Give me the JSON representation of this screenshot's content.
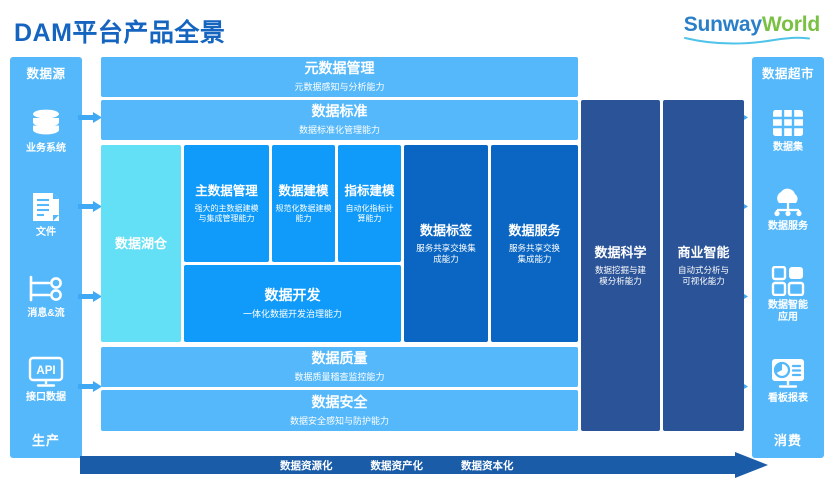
{
  "header": {
    "title": "DAM平台产品全景",
    "logo_primary": "Sunway",
    "logo_secondary": "World"
  },
  "source_column": {
    "heading": "数据源",
    "footer": "生产",
    "items": [
      {
        "label": "业务系统",
        "icon": "database-icon"
      },
      {
        "label": "文件",
        "icon": "document-icon"
      },
      {
        "label": "消息&流",
        "icon": "stream-icon"
      },
      {
        "label": "接口数据",
        "icon": "api-icon"
      }
    ]
  },
  "market_column": {
    "heading": "数据超市",
    "footer": "消费",
    "items": [
      {
        "label": "数据集",
        "icon": "grid-icon"
      },
      {
        "label": "数据服务",
        "icon": "cloud-service-icon"
      },
      {
        "label": "数据智能\n应用",
        "icon": "apps-icon"
      },
      {
        "label": "看板报表",
        "icon": "dashboard-icon"
      }
    ]
  },
  "board": {
    "metadata": {
      "title": "元数据管理",
      "subtitle": "元数据感知与分析能力"
    },
    "standard": {
      "title": "数据标准",
      "subtitle": "数据标准化管理能力"
    },
    "lake": {
      "title": "数据湖仓",
      "subtitle": ""
    },
    "mdm": {
      "title": "主数据管理",
      "subtitle": "强大的主数据建模\n与集成管理能力"
    },
    "modeling": {
      "title": "数据建模",
      "subtitle": "规范化数据建模\n能力"
    },
    "metric": {
      "title": "指标建模",
      "subtitle": "自动化指标计\n算能力"
    },
    "develop": {
      "title": "数据开发",
      "subtitle": "一体化数据开发治理能力"
    },
    "tag": {
      "title": "数据标签",
      "subtitle": "服务共享交换集\n成能力"
    },
    "service": {
      "title": "数据服务",
      "subtitle": "服务共享交换\n集成能力"
    },
    "science": {
      "title": "数据科学",
      "subtitle": "数据挖掘与建\n模分析能力"
    },
    "bi": {
      "title": "商业智能",
      "subtitle": "自动式分析与\n可视化能力"
    },
    "quality": {
      "title": "数据质量",
      "subtitle": "数据质量稽查监控能力"
    },
    "security": {
      "title": "数据安全",
      "subtitle": "数据安全感知与防护能力"
    }
  },
  "flow": {
    "stages": [
      "数据资源化",
      "数据资产化",
      "数据资本化"
    ]
  },
  "colors": {
    "title": "#1565C0",
    "light_blue": "#55B8FA",
    "mid_blue": "#109BFA",
    "deep_blue": "#0A66C2",
    "navy": "#2B5398",
    "cyan": "#63E0F5",
    "logo_primary": "#2A7FC9",
    "logo_secondary": "#7AC143"
  }
}
